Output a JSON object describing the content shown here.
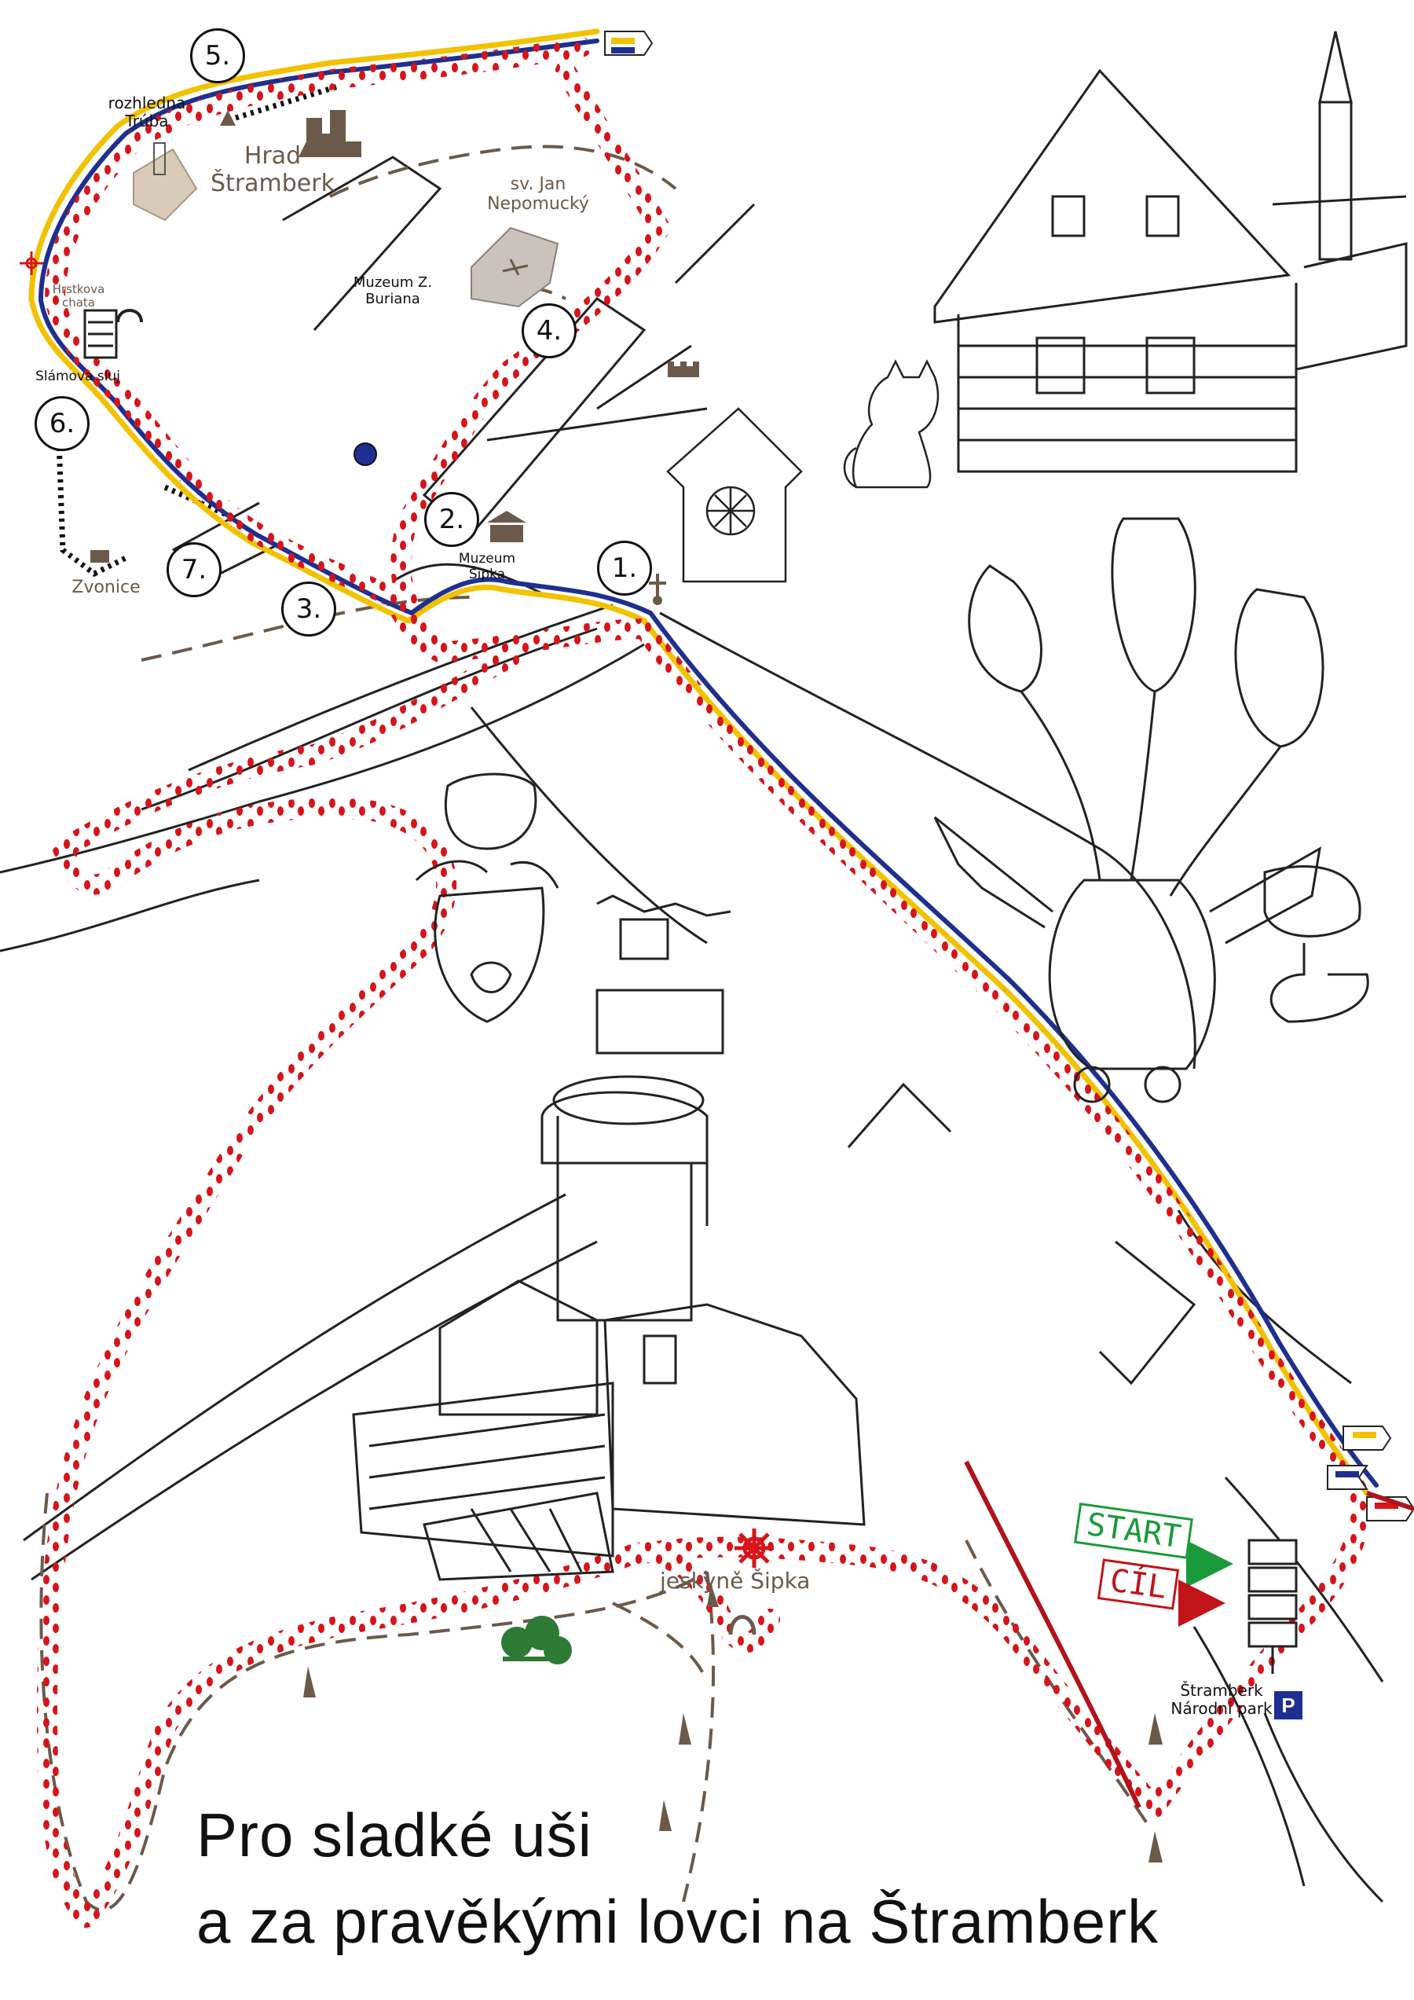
{
  "title": {
    "line1": "Pro sladké uši",
    "line2": "a za pravěkými lovci na Štramberk"
  },
  "stops": [
    {
      "id": "1",
      "label": "1."
    },
    {
      "id": "2",
      "label": "2."
    },
    {
      "id": "3",
      "label": "3."
    },
    {
      "id": "4",
      "label": "4."
    },
    {
      "id": "5",
      "label": "5."
    },
    {
      "id": "6",
      "label": "6."
    },
    {
      "id": "7",
      "label": "7."
    }
  ],
  "places": {
    "rozhledna": "rozhledna Trúba",
    "hrad": "Hrad Štramberk",
    "jan": "sv. Jan Nepomucký",
    "muzeum_burian": "Muzeum Z. Buriana",
    "hrstkova": "Hrstkova chata",
    "slamova": "Slámova sluj",
    "zvonice": "Zvonice",
    "muzeum_sipka": "Muzeum Šipka",
    "jeskyne": "jeskyně Šipka",
    "narodni_park": "Štramberk Národní park"
  },
  "signs": {
    "start": "START",
    "cil": "CÍL",
    "parking": "P"
  },
  "colors": {
    "footprints": "#d7141a",
    "trail_yellow": "#f2c200",
    "trail_blue": "#1f2f8f",
    "poi_brown": "#6b5a4a",
    "start_green": "#1a9a3a",
    "cil_red": "#c0141a",
    "forest_green": "#2d7a35"
  }
}
